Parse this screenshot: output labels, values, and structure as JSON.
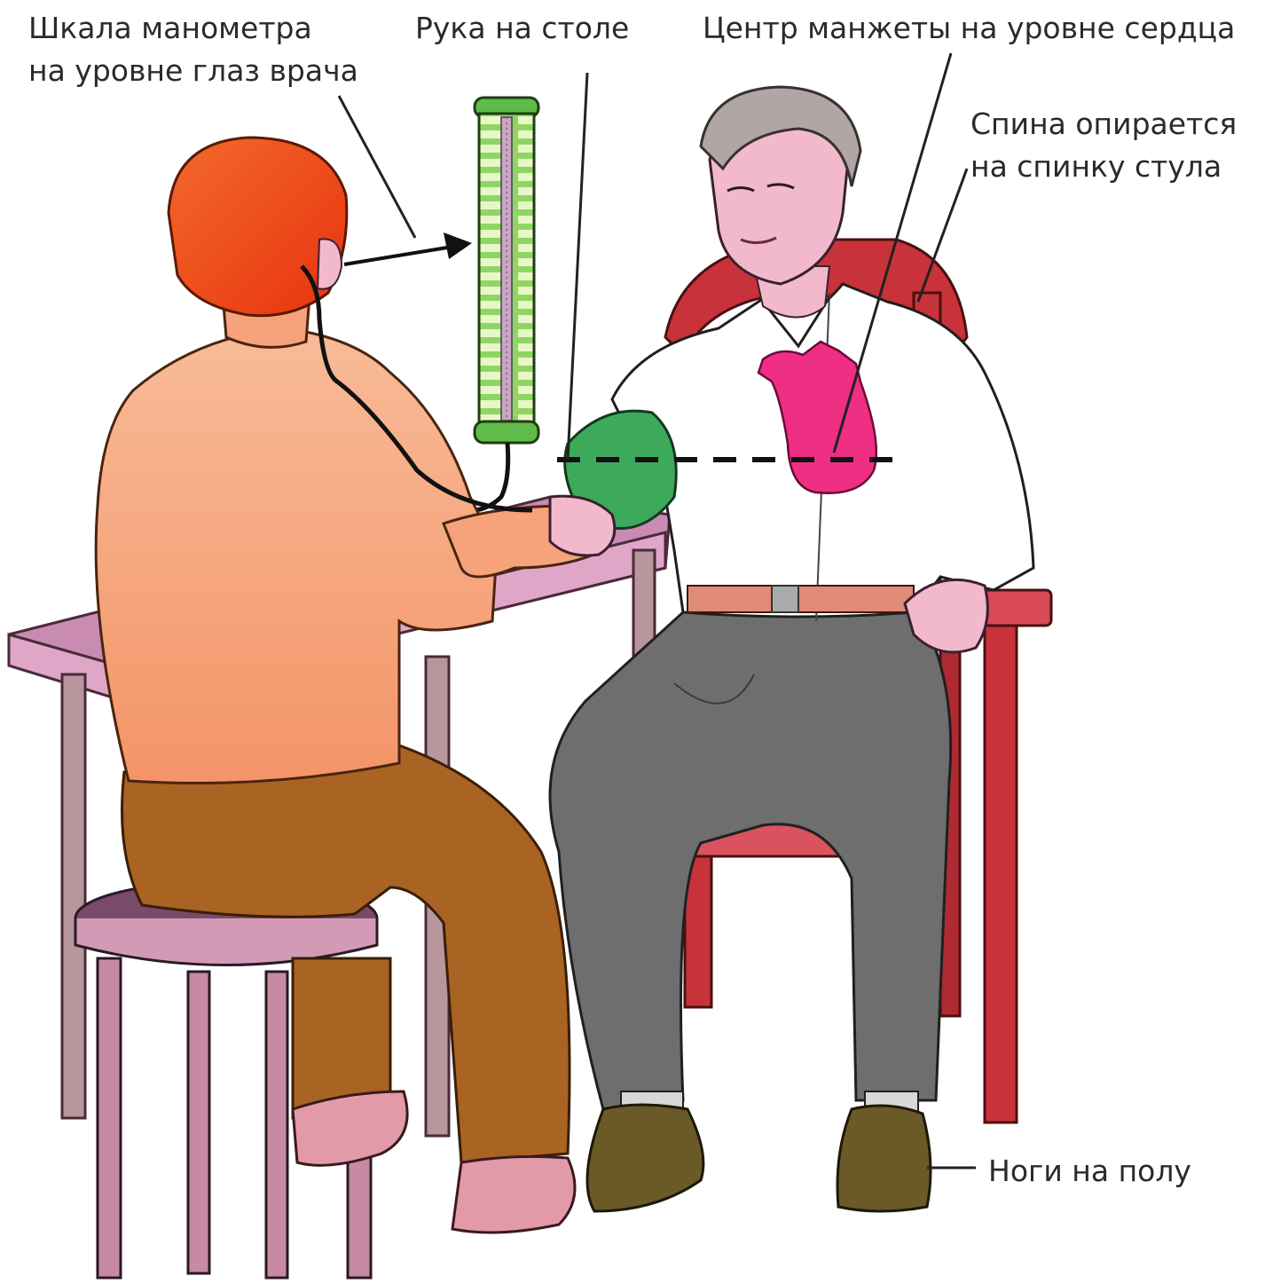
{
  "labels": {
    "gauge_line1": "Шкала манометра",
    "gauge_line2": "на уровне глаз врача",
    "arm": "Рука на столе",
    "cuff": "Центр манжеты на уровне сердца",
    "back_line1": "Спина опирается",
    "back_line2": "на спинку стула",
    "feet": "Ноги на полу"
  },
  "colors": {
    "doctor_hair": "#f0421a",
    "doctor_shirt": "#f6a37c",
    "doctor_pants": "#a96323",
    "table_top": "#c98bb2",
    "stool": "#c78aa4",
    "chair": "#c8323a",
    "patient_shirt": "#ffffff",
    "patient_pants": "#6e6e6e",
    "cuff": "#3daa5b",
    "manometer": "#7bcf5a",
    "heart": "#ee2f84",
    "skin": "#f2b9cc",
    "patient_hair": "#b0a6a6"
  }
}
